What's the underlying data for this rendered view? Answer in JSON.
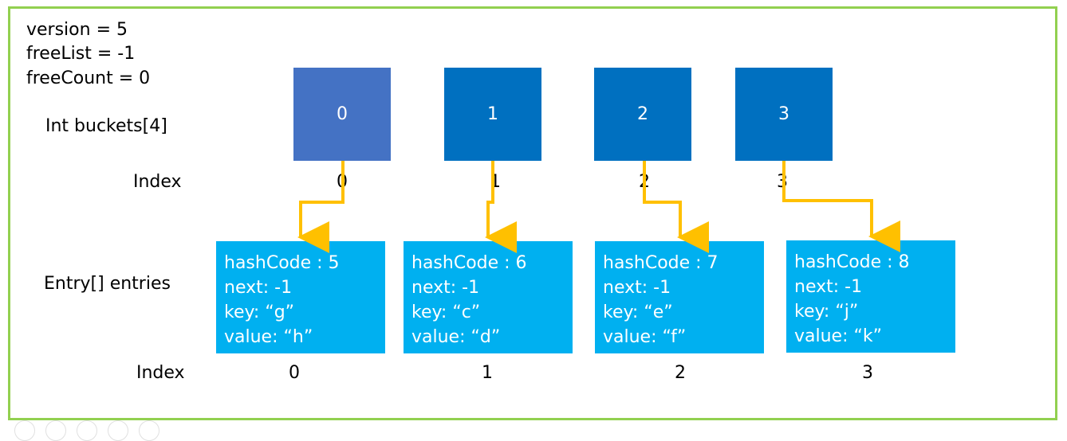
{
  "colors": {
    "frame_border": "#92d050",
    "bucket_first": "#4472c4",
    "bucket_other": "#0070c0",
    "entry_fill": "#00b0f0",
    "arrow": "#ffc000"
  },
  "variables": {
    "version": "version = 5",
    "free_list": "freeList = -1",
    "free_count": "freeCount = 0"
  },
  "labels": {
    "buckets": "Int buckets[4]",
    "bucket_index": "Index",
    "entries": "Entry[] entries",
    "entry_index": "Index"
  },
  "buckets": [
    {
      "value": "0",
      "index": "0"
    },
    {
      "value": "1",
      "index": "1"
    },
    {
      "value": "2",
      "index": "2"
    },
    {
      "value": "3",
      "index": "3"
    }
  ],
  "entries": [
    {
      "hashcode": "hashCode : 5",
      "next": "next: -1",
      "key": "key: “g”",
      "value": "value: “h”",
      "index": "0"
    },
    {
      "hashcode": "hashCode : 6",
      "next": "next: -1",
      "key": "key: “c”",
      "value": "value: “d”",
      "index": "1"
    },
    {
      "hashcode": "hashCode : 7",
      "next": "next: -1",
      "key": "key: “e”",
      "value": "value: “f”",
      "index": "2"
    },
    {
      "hashcode": "hashCode : 8",
      "next": "next: -1",
      "key": "key: “j”",
      "value": "value: “k”",
      "index": "3"
    }
  ]
}
